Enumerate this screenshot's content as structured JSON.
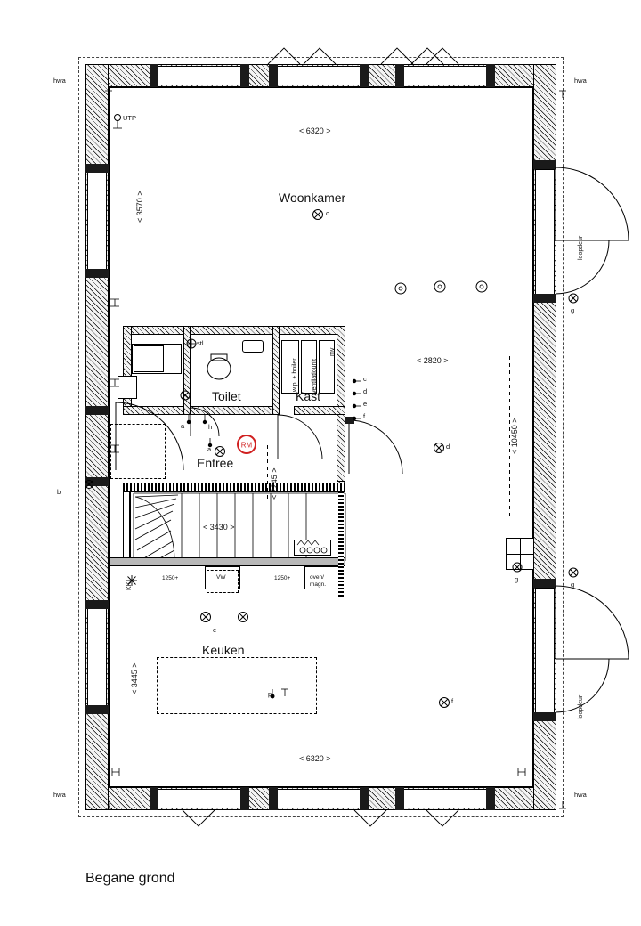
{
  "drawing": {
    "title": "Begane grond",
    "rooms": [
      {
        "name": "Woonkamer"
      },
      {
        "name": "Toilet"
      },
      {
        "name": "Kast"
      },
      {
        "name": "Entree"
      },
      {
        "name": "Keuken"
      }
    ],
    "dimensions": {
      "top_width": "< 6320 >",
      "bottom_width": "< 6320 >",
      "left_upper": "< 3570 >",
      "left_lower": "< 3445 >",
      "right_height": "< 10450 >",
      "mid_right": "< 2820 >",
      "entree_height": "< 2245 >",
      "stair_width": "< 3430 >"
    },
    "corner_labels": {
      "top_left": "hwa",
      "top_right": "hwa",
      "bottom_left": "hwa",
      "bottom_right": "hwa"
    },
    "annotations": {
      "utp": "UTP",
      "stl": "stl.",
      "rm": "RM",
      "boiler": "w.p. + boiler",
      "ventilation": "ventilatiounit",
      "mv": "mv",
      "kk": "KK",
      "vw": "VW",
      "oven": "oven/\nmagn.",
      "cab1": "1250+",
      "cab2": "1250+",
      "loopdeur_top": "loopdeur",
      "loopdeur_bottom": "loopdeur",
      "p_label": "p"
    },
    "point_labels": {
      "a1": "a",
      "a2": "a",
      "b": "b",
      "c": "c",
      "d_right": "d",
      "d_kast": "d",
      "e_kast": "e",
      "e_keuken": "e",
      "f_kast": "f",
      "f_keuken": "f",
      "g1": "g",
      "g2": "g",
      "g3": "g",
      "h": "h",
      "c_kast": "c"
    }
  }
}
